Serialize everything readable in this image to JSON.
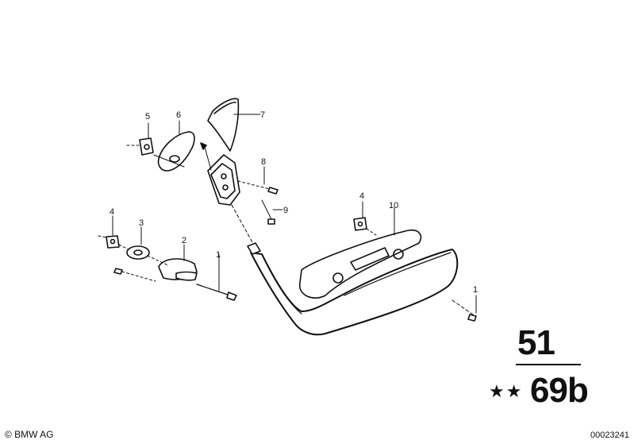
{
  "diagram": {
    "callouts": [
      {
        "key": "c7",
        "label": "7"
      },
      {
        "key": "c5",
        "label": "5"
      },
      {
        "key": "c6",
        "label": "6"
      },
      {
        "key": "c8",
        "label": "8"
      },
      {
        "key": "c9",
        "label": "9"
      },
      {
        "key": "c4a",
        "label": "4"
      },
      {
        "key": "c3",
        "label": "3"
      },
      {
        "key": "c2",
        "label": "2"
      },
      {
        "key": "c1a",
        "label": "1"
      },
      {
        "key": "c4b",
        "label": "4"
      },
      {
        "key": "c10",
        "label": "10"
      },
      {
        "key": "c1b",
        "label": "1"
      }
    ]
  },
  "group": {
    "top": "51",
    "bottom": "69b",
    "stars": "★★"
  },
  "footer": {
    "copyright": "© BMW AG",
    "doc_number": "00023241"
  }
}
